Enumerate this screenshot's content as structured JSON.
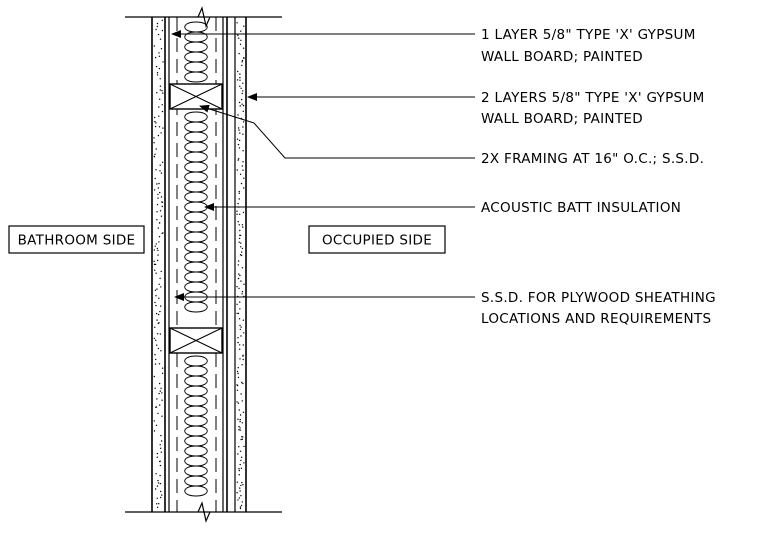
{
  "diagram": {
    "callouts": [
      {
        "id": "c1",
        "lines": [
          "1 LAYER 5/8\" TYPE 'X' GYPSUM",
          "WALL BOARD; PAINTED"
        ]
      },
      {
        "id": "c2",
        "lines": [
          "2 LAYERS 5/8\" TYPE 'X' GYPSUM",
          "WALL BOARD; PAINTED"
        ]
      },
      {
        "id": "c3",
        "lines": [
          "2X FRAMING AT 16\" O.C.; S.S.D."
        ]
      },
      {
        "id": "c4",
        "lines": [
          "ACOUSTIC BATT INSULATION"
        ]
      },
      {
        "id": "c5",
        "lines": [
          "S.S.D. FOR PLYWOOD SHEATHING",
          "LOCATIONS AND REQUIREMENTS"
        ]
      }
    ],
    "sides": {
      "left": "BATHROOM SIDE",
      "right": "OCCUPIED SIDE"
    }
  }
}
